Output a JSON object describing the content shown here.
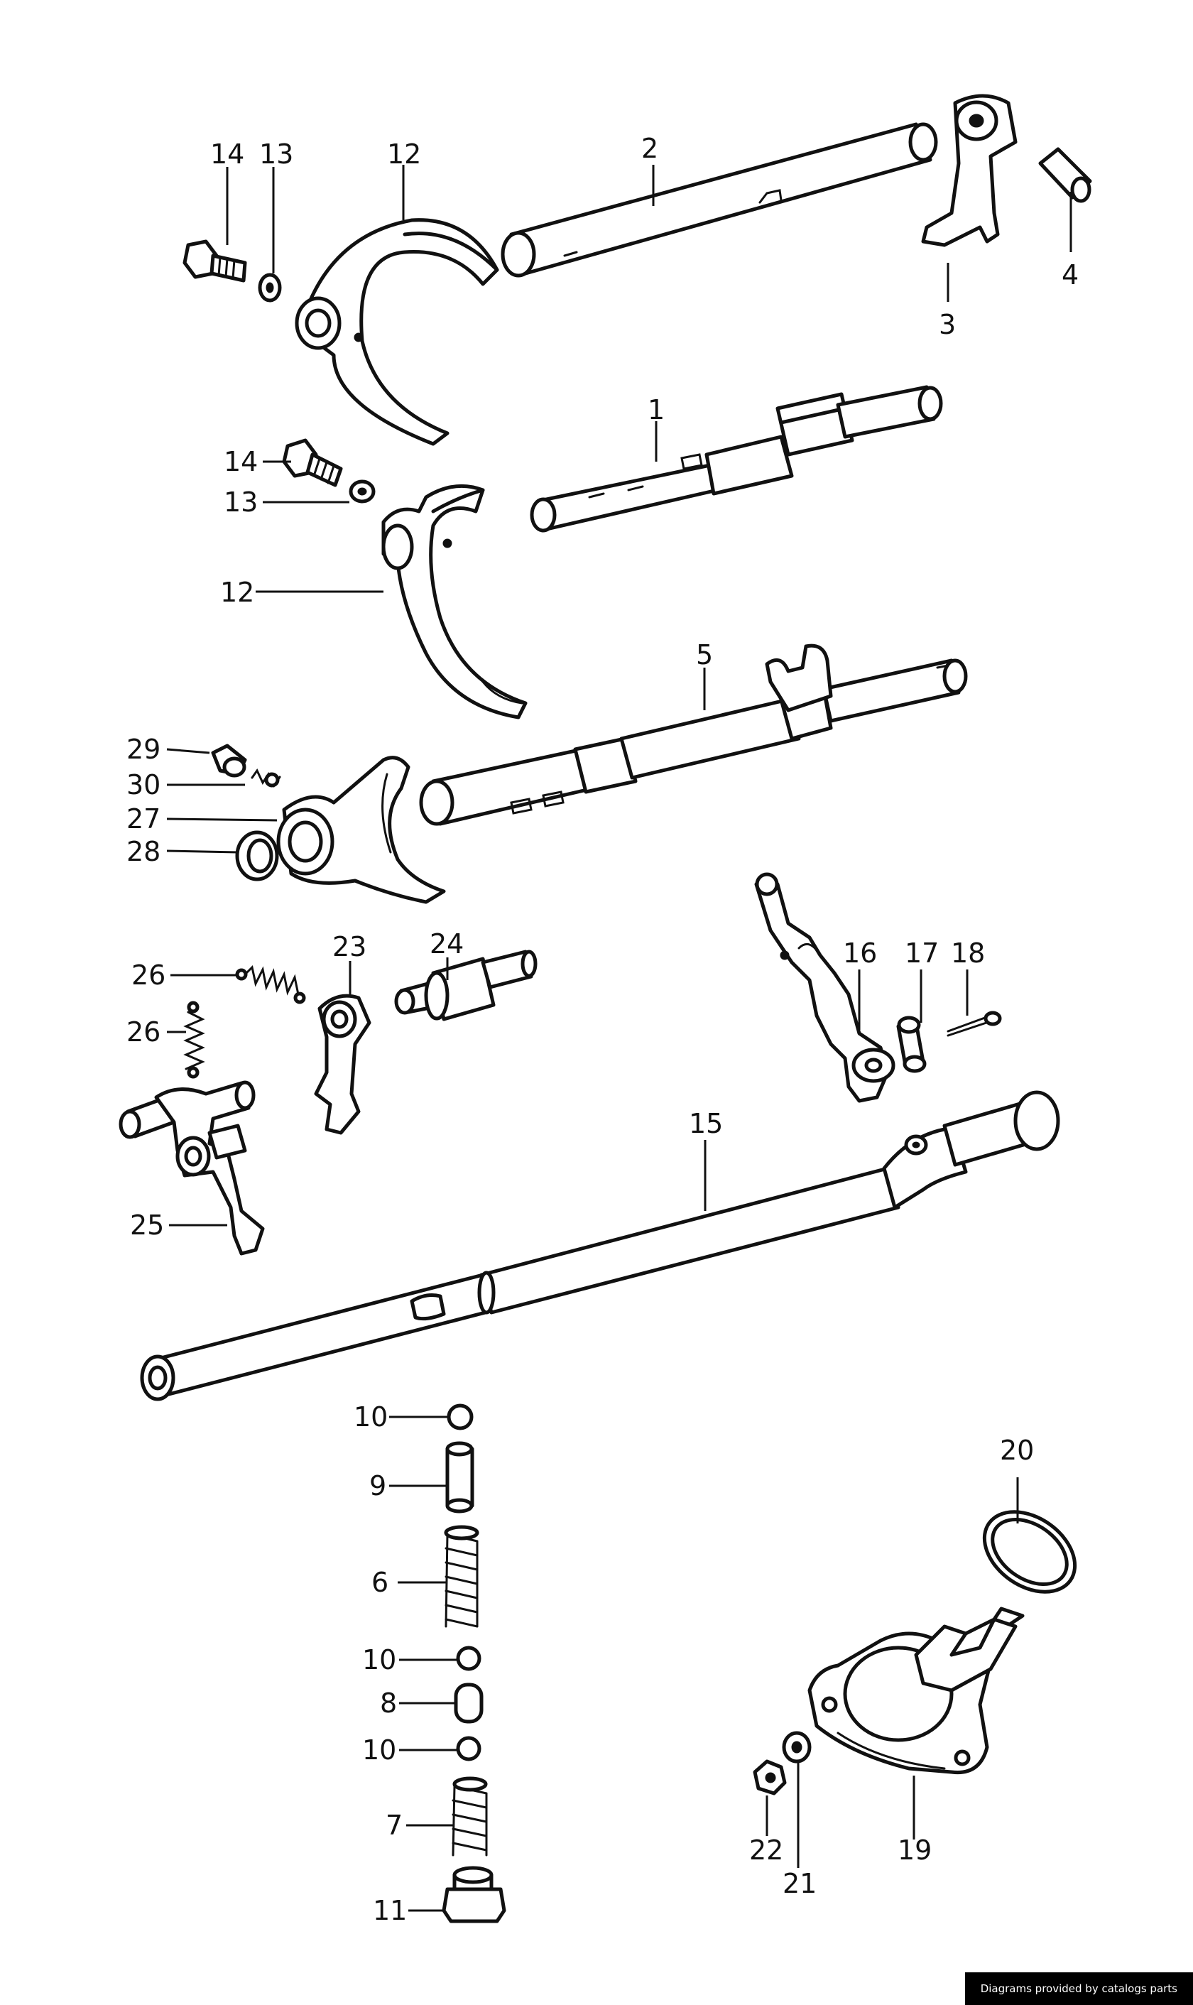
{
  "credit": "Diagrams provided by catalogs parts",
  "labels": {
    "p1": "1",
    "p2": "2",
    "p3": "3",
    "p4": "4",
    "p5": "5",
    "p6": "6",
    "p7": "7",
    "p8": "8",
    "p9": "9",
    "p10": "10",
    "p11": "11",
    "p12": "12",
    "p13": "13",
    "p14": "14",
    "p15": "15",
    "p16": "16",
    "p17": "17",
    "p18": "18",
    "p19": "19",
    "p20": "20",
    "p21": "21",
    "p22": "22",
    "p23": "23",
    "p24": "24",
    "p25": "25",
    "p26": "26",
    "p27": "27",
    "p28": "28",
    "p29": "29",
    "p30": "30"
  }
}
